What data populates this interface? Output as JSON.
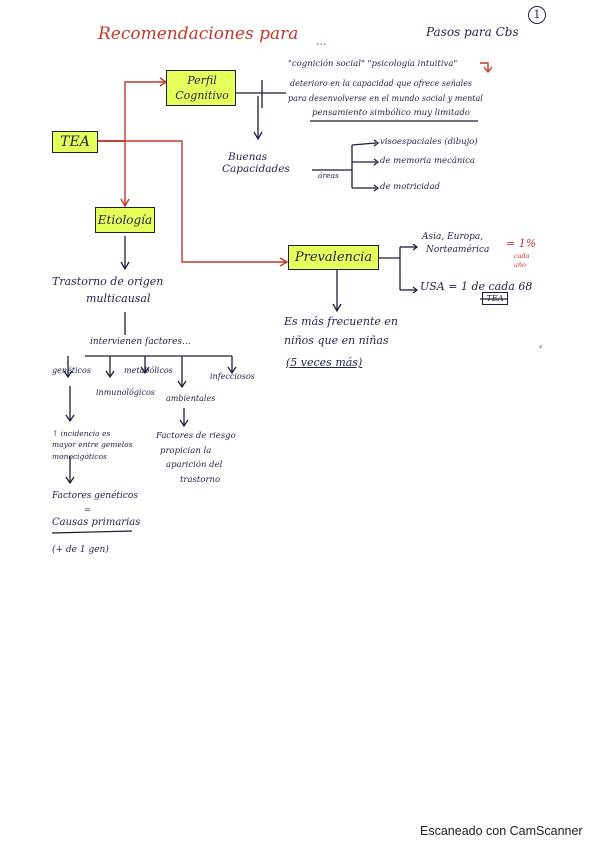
{
  "header": {
    "title": "Recomendaciones para",
    "title_rest": "...",
    "right_note": "Pasos para Cbs",
    "page_number": "1"
  },
  "nodes": {
    "tea": "TEA",
    "perfil": "Perfil Cognitivo",
    "etiologia": "Etiología",
    "prevalencia": "Prevalencia"
  },
  "perfil": {
    "line1": "\"cognición social\" \"psicología intuitiva\"",
    "line2": "deterioro en la capacidad que ofrece señales",
    "line3": "para desenvolverse en el mundo social y mental",
    "line4": "pensamiento simbólico muy limitado",
    "buenas": "Buenas",
    "capacidades": "Capacidades",
    "areas": "áreas",
    "area1": "visoespaciales (dibujo)",
    "area2": "de memoria mecánica",
    "area3": "de motricidad"
  },
  "prevalencia": {
    "asia_line1": "Asia, Europa,",
    "asia_line2": "Norteamérica",
    "pct": "= 1%",
    "pct_note1": "cada",
    "pct_note2": "año",
    "usa": "USA = 1 de cada 68",
    "usa_box": "TEA",
    "freq_line1": "Es más frecuente en",
    "freq_line2": "niños que en niñas",
    "freq_line3": "(5 veces más)",
    "comma": ","
  },
  "etiologia": {
    "line1": "Trastorno de origen",
    "line2": "multicausal",
    "intervienen": "intervienen factores...",
    "factor1": "genéticos",
    "factor2": "metabólicos",
    "factor3": "infecciosos",
    "factor4": "inmunológicos",
    "factor5": "ambientales",
    "gen_line1": "↑ incidencia es",
    "gen_line2": "mayor entre gemelos",
    "gen_line3": "monocigóticos",
    "gen_f1": "Factores genéticos",
    "gen_f2": "=",
    "gen_f3": "Causas primarias",
    "gen_f4": "(+ de 1 gen)",
    "amb_line1": "Factores de riesgo",
    "amb_line2": "propician la",
    "amb_line3": "aparición del",
    "amb_line4": "trastorno"
  },
  "footer": {
    "scanner": "Escaneado con CamScanner"
  },
  "colors": {
    "ink": "#1b1f3a",
    "red_ink": "#c0392b",
    "highlight": "#e6ff5a"
  }
}
